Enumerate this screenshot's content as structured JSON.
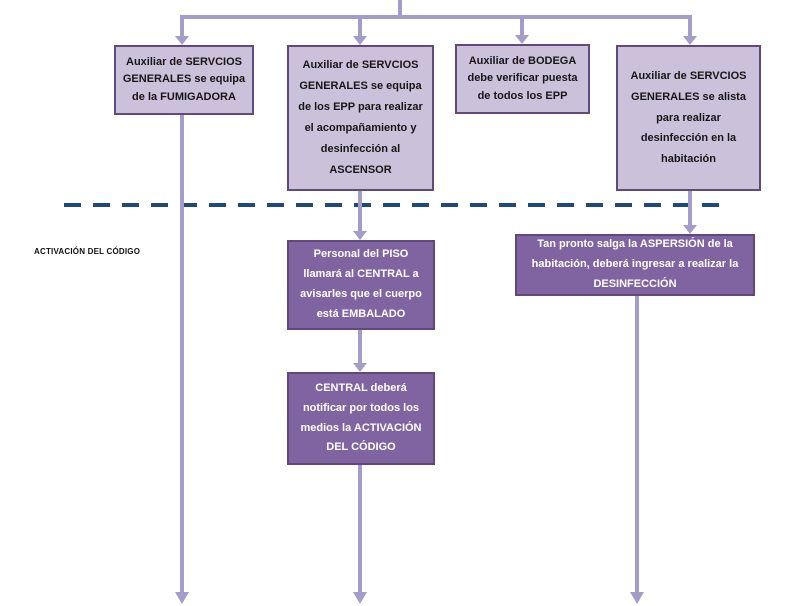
{
  "labels": {
    "activation": "ACTIVACIÓN DEL CÓDIGO"
  },
  "boxes": {
    "fumigadora": {
      "text": "Auxiliar de SERVCIOS GENERALES se equipa de la FUMIGADORA"
    },
    "epp_ascensor": {
      "text": "Auxiliar de SERVCIOS GENERALES se equipa de los EPP para realizar el acompañamiento y desinfección al ASCENSOR"
    },
    "bodega": {
      "text": "Auxiliar de BODEGA debe verificar puesta de todos los EPP"
    },
    "habitacion": {
      "text": "Auxiliar de SERVCIOS GENERALES se alista para realizar desinfección en la habitación"
    },
    "piso_central": {
      "text": "Personal del PISO llamará al CENTRAL a avisarles que el cuerpo está EMBALADO"
    },
    "aspersion": {
      "text": "Tan pronto salga la ASPERSIÓN de la habitación, deberá ingresar a realizar la DESINFECCIÓN"
    },
    "central_notifica": {
      "text": "CENTRAL deberá notificar por todos los medios la ACTIVACIÓN DEL CÓDIGO"
    }
  },
  "colors": {
    "light_box_fill": "#CCC1DA",
    "light_box_border": "#604A7B",
    "dark_box_fill": "#8064A2",
    "dark_box_border": "#5F497A",
    "connector": "#A49CC9",
    "dashed_separator": "#1F497D",
    "light_box_text": "#161616",
    "dark_box_text": "#FFFFFF"
  }
}
